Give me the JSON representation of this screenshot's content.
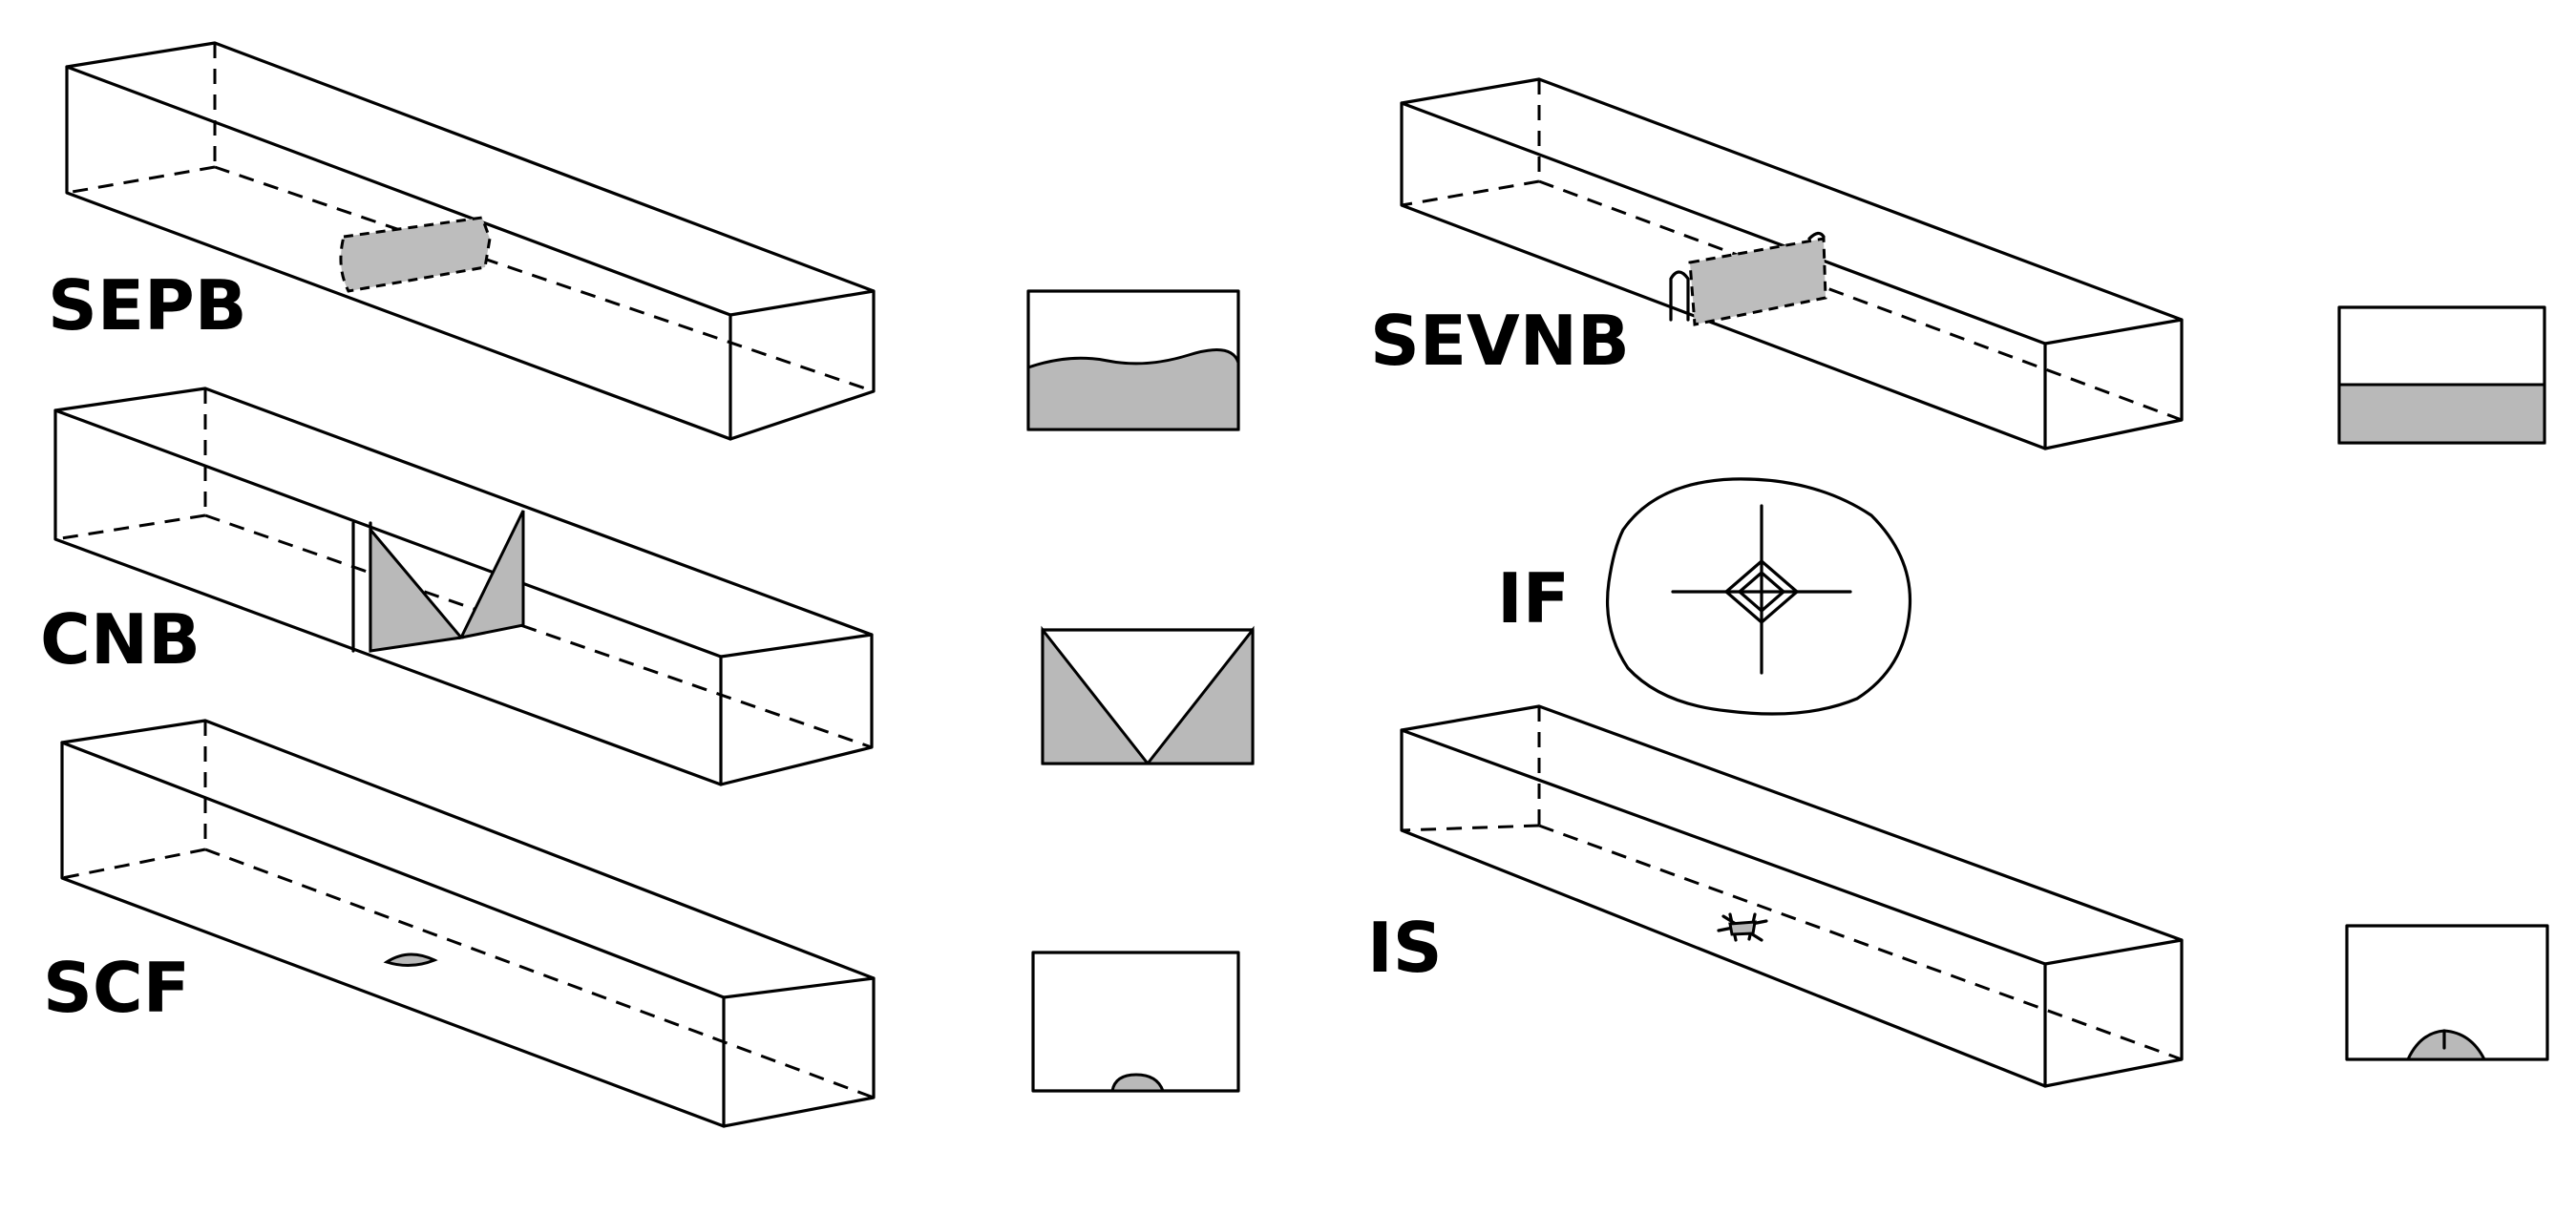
{
  "specimens": [
    {
      "id": "sepb",
      "label": "SEPB"
    },
    {
      "id": "cnb",
      "label": "CNB"
    },
    {
      "id": "scf",
      "label": "SCF"
    },
    {
      "id": "sevnb",
      "label": "SEVNB"
    },
    {
      "id": "if",
      "label": "IF"
    },
    {
      "id": "is",
      "label": "IS"
    }
  ],
  "colors": {
    "line": "#000000",
    "shaded_region": "#b9b9b9",
    "background": "#ffffff"
  }
}
